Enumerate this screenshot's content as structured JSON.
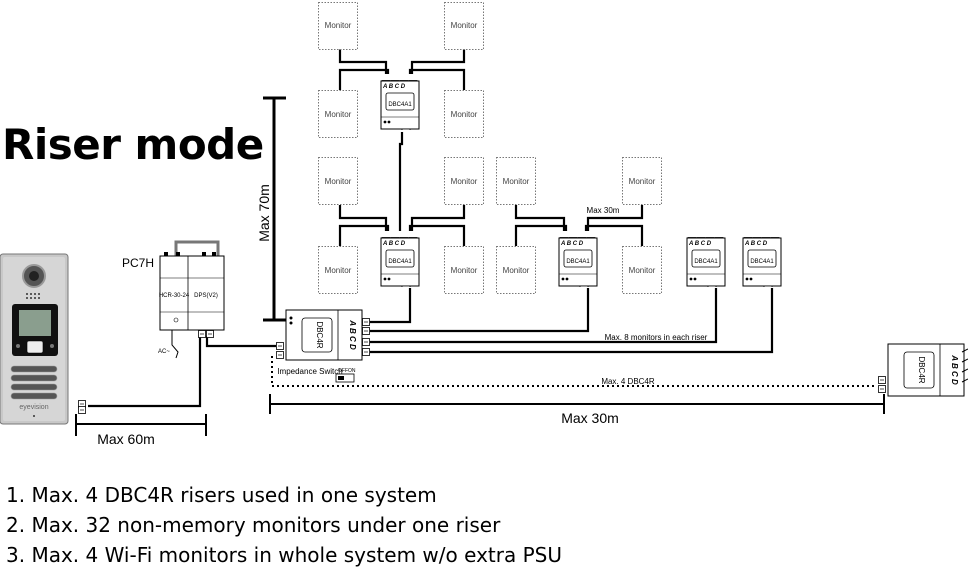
{
  "title": "Riser mode",
  "notes": [
    "1. Max. 4 DBC4R risers used in one system",
    "2. Max. 32 non-memory monitors under one riser",
    "3. Max. 4 Wi-Fi monitors in whole system w/o extra PSU"
  ],
  "labels": {
    "monitor": "Monitor",
    "dbc4a1": "DBC4A1",
    "dbc4a1_terminals": "A B C D",
    "dbc4r": "DBC4R",
    "dbc4r_terminals": "A B C D",
    "pc7h": "PC7H",
    "psu_left": "HCR-30-24",
    "psu_right": "DPS(V2)",
    "ac_input": "AC~",
    "impedance_switch": "Impedance Switch",
    "switch_off": "OFF",
    "switch_on": "ON",
    "brand": "eyevision",
    "max_70m": "Max 70m",
    "max_30m_top": "Max 30m",
    "max_60m": "Max 60m",
    "max_30m_bottom": "Max 30m",
    "max_8_monitors": "Max. 8 monitors in each riser",
    "max_4_dbc4r": "Max. 4 DBC4R"
  }
}
